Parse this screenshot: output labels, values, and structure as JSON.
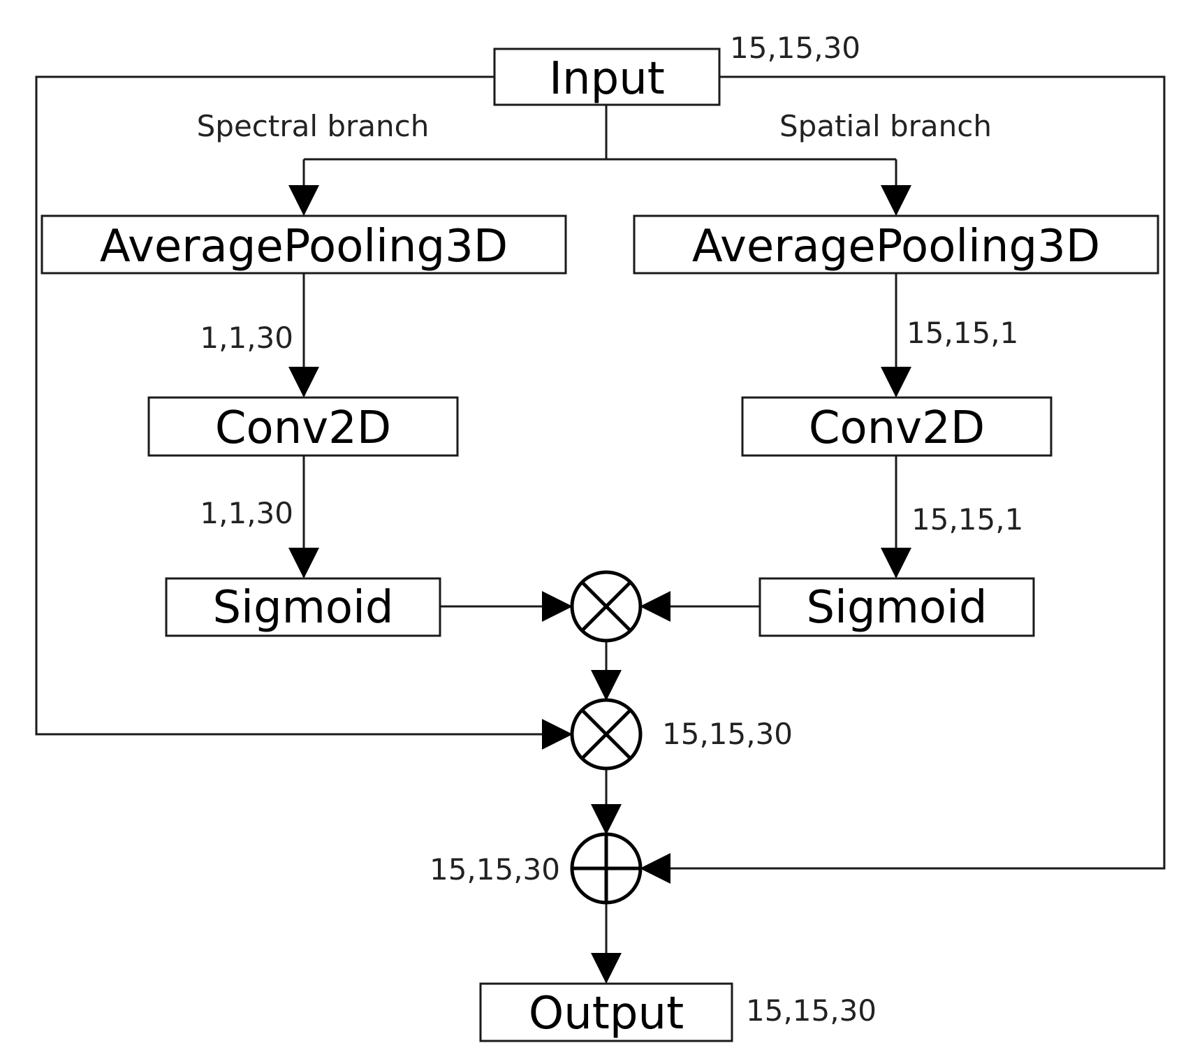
{
  "diagram": {
    "input": {
      "label": "Input",
      "shape": "15,15,30"
    },
    "spectral_branch": {
      "label": "Spectral branch",
      "pooling": "AveragePooling3D",
      "pool_out": "1,1,30",
      "conv": "Conv2D",
      "conv_out": "1,1,30",
      "activation": "Sigmoid"
    },
    "spatial_branch": {
      "label": "Spatial branch",
      "pooling": "AveragePooling3D",
      "pool_out": "15,15,1",
      "conv": "Conv2D",
      "conv_out": "15,15,1",
      "activation": "Sigmoid"
    },
    "multiply_out": "15,15,30",
    "add_out": "15,15,30",
    "output": {
      "label": "Output",
      "shape": "15,15,30"
    }
  },
  "icons": {
    "multiply": "circled-times-icon",
    "add": "circled-plus-icon"
  },
  "colors": {
    "stroke": "#1a1a1a",
    "background": "#ffffff"
  }
}
